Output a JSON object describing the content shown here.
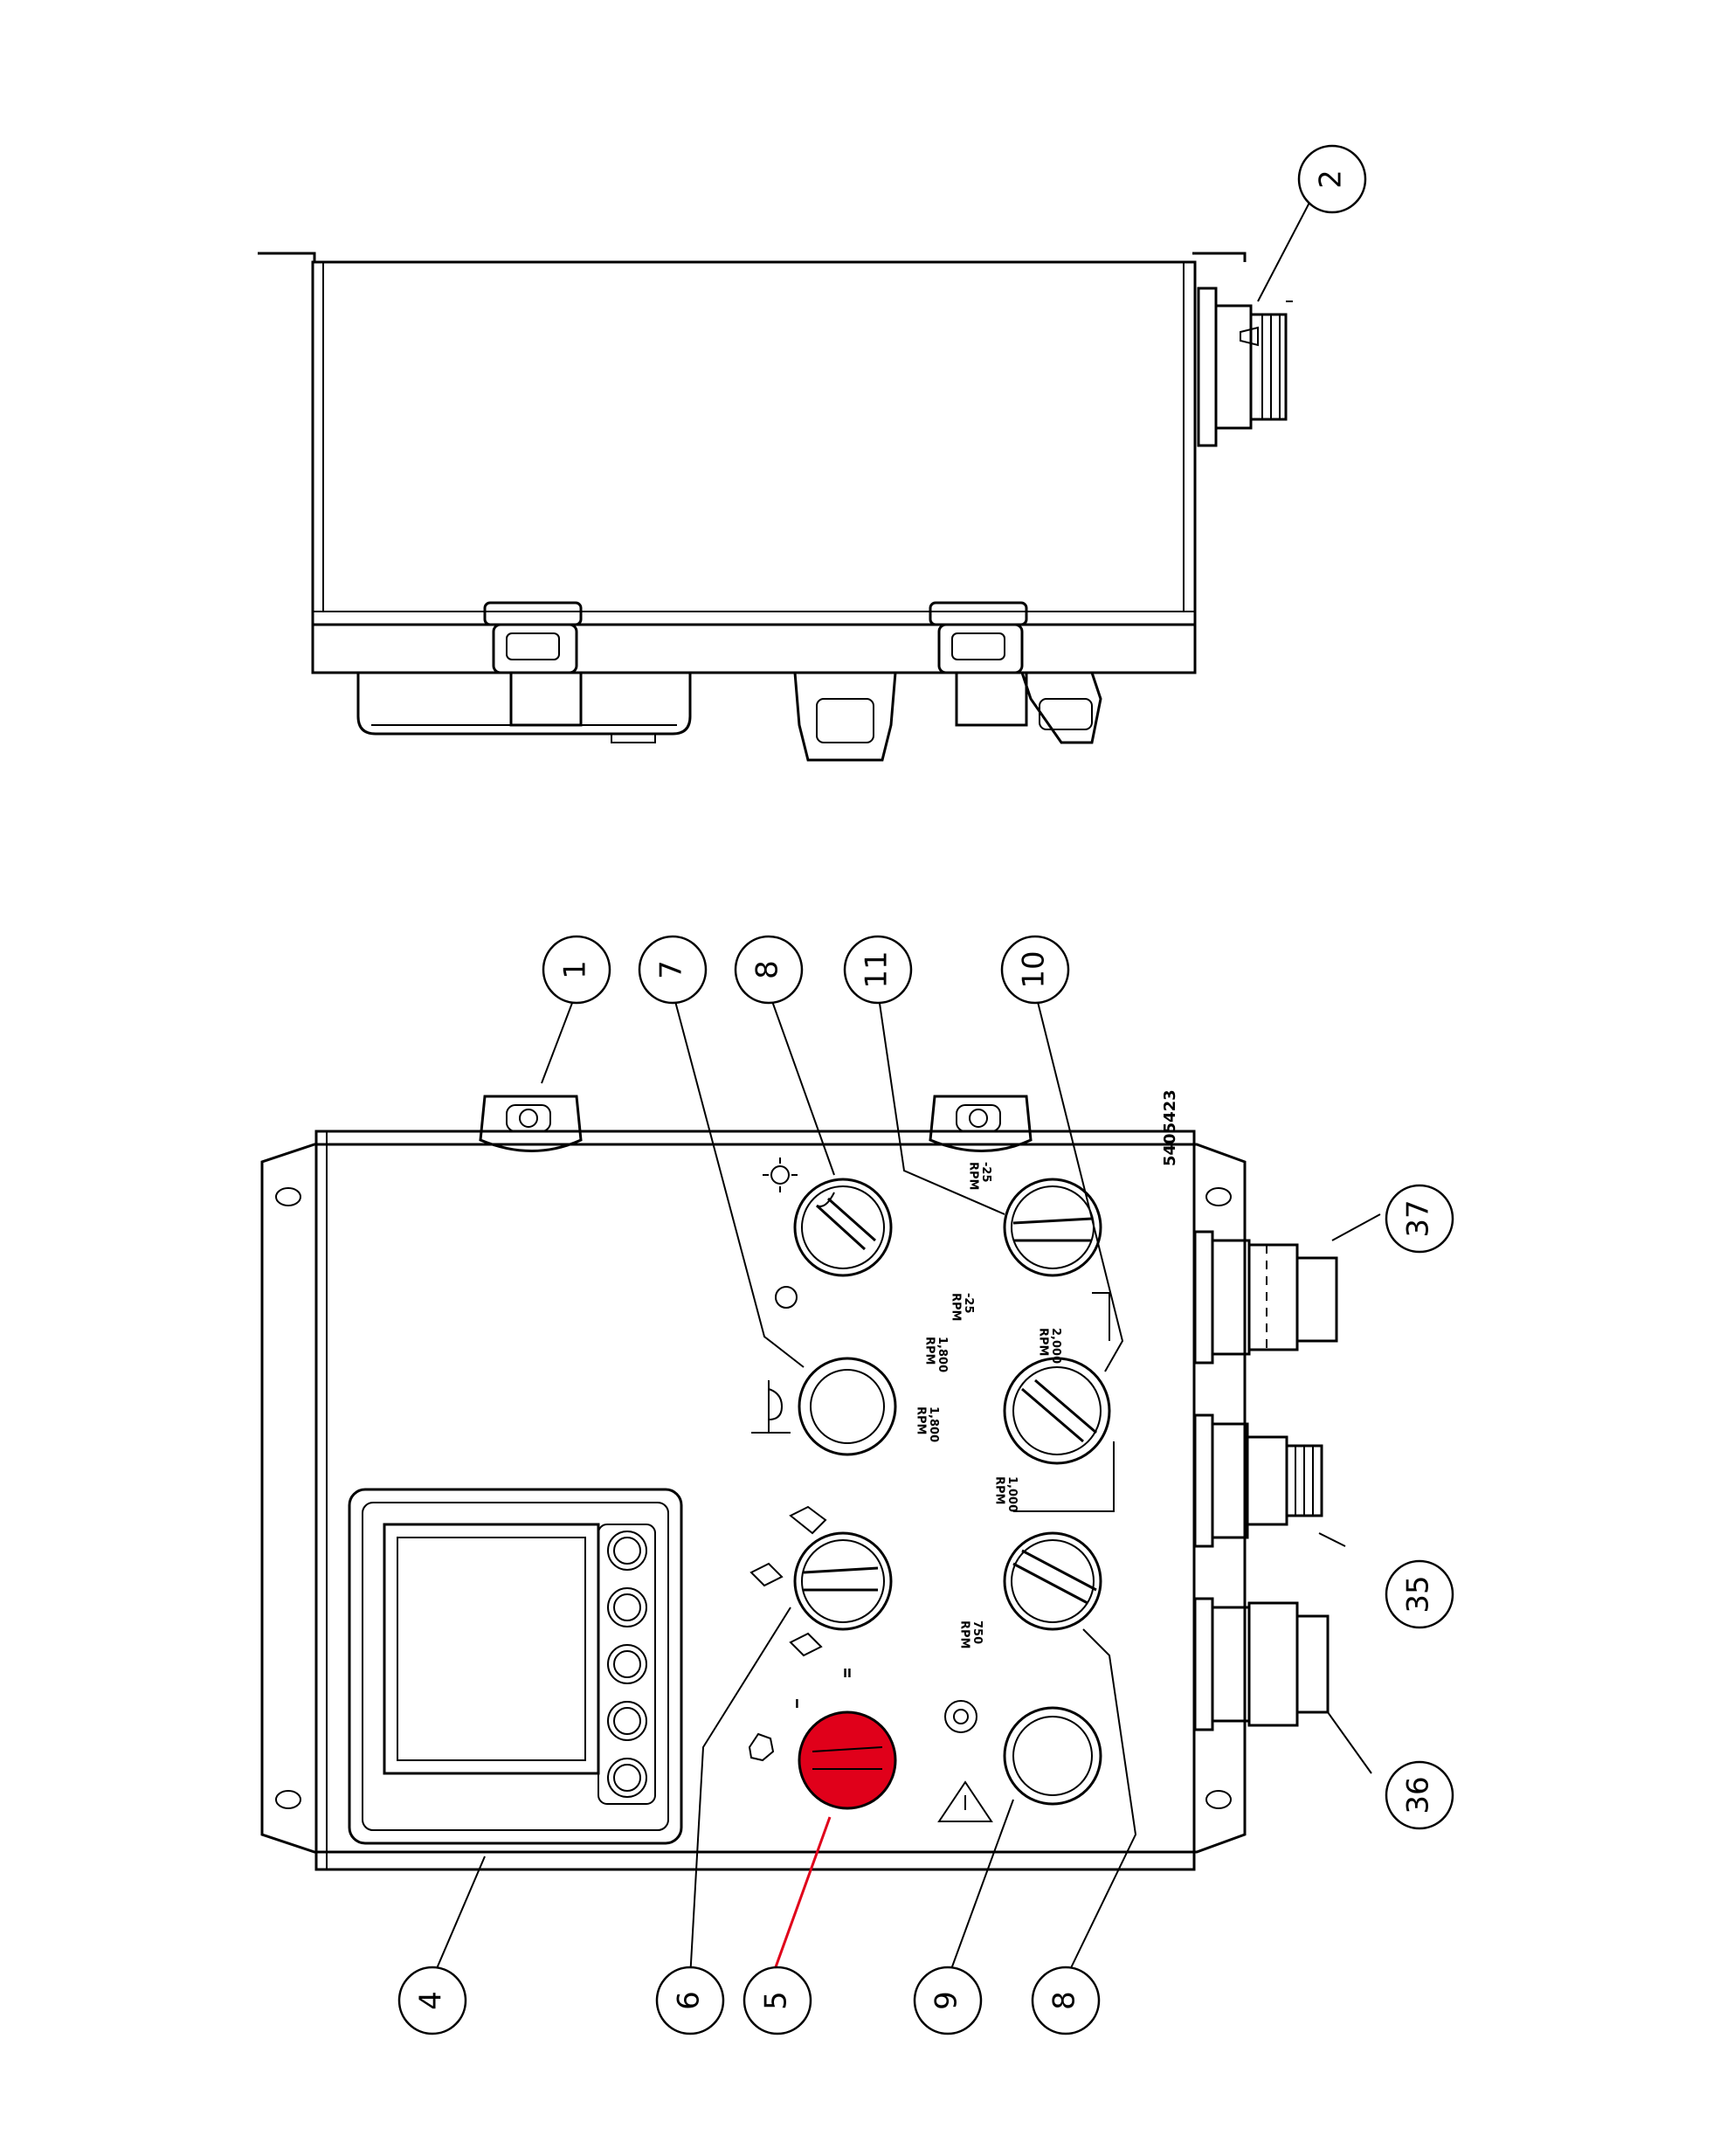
{
  "figure": {
    "part_number": "5405423",
    "highlight_color": "#e0001a",
    "line_color": "#000000"
  },
  "callouts": [
    {
      "id": "c1",
      "label": "1",
      "highlight": false
    },
    {
      "id": "c2",
      "label": "2",
      "highlight": false
    },
    {
      "id": "c4",
      "label": "4",
      "highlight": false
    },
    {
      "id": "c5",
      "label": "5",
      "highlight": true
    },
    {
      "id": "c6",
      "label": "6",
      "highlight": false
    },
    {
      "id": "c7",
      "label": "7",
      "highlight": false
    },
    {
      "id": "c8a",
      "label": "8",
      "highlight": false
    },
    {
      "id": "c8b",
      "label": "8",
      "highlight": false
    },
    {
      "id": "c9",
      "label": "9",
      "highlight": false
    },
    {
      "id": "c10",
      "label": "10",
      "highlight": false
    },
    {
      "id": "c11",
      "label": "11",
      "highlight": false
    },
    {
      "id": "c35",
      "label": "35",
      "highlight": false
    },
    {
      "id": "c36",
      "label": "36",
      "highlight": false
    },
    {
      "id": "c37",
      "label": "37",
      "highlight": false
    }
  ],
  "switch_labels": {
    "trim_minus": "-25\nRPM",
    "trim_plus": "-25\nRPM",
    "rpm_2000": "2,000\nRPM",
    "rpm_1800a": "1,800\nRPM",
    "rpm_1800b": "1,800\nRPM",
    "rpm_1000": "1,000\nRPM",
    "rpm_750": "750\nRPM"
  },
  "selector_marks": {
    "pos_1": "I",
    "pos_2": "II"
  }
}
